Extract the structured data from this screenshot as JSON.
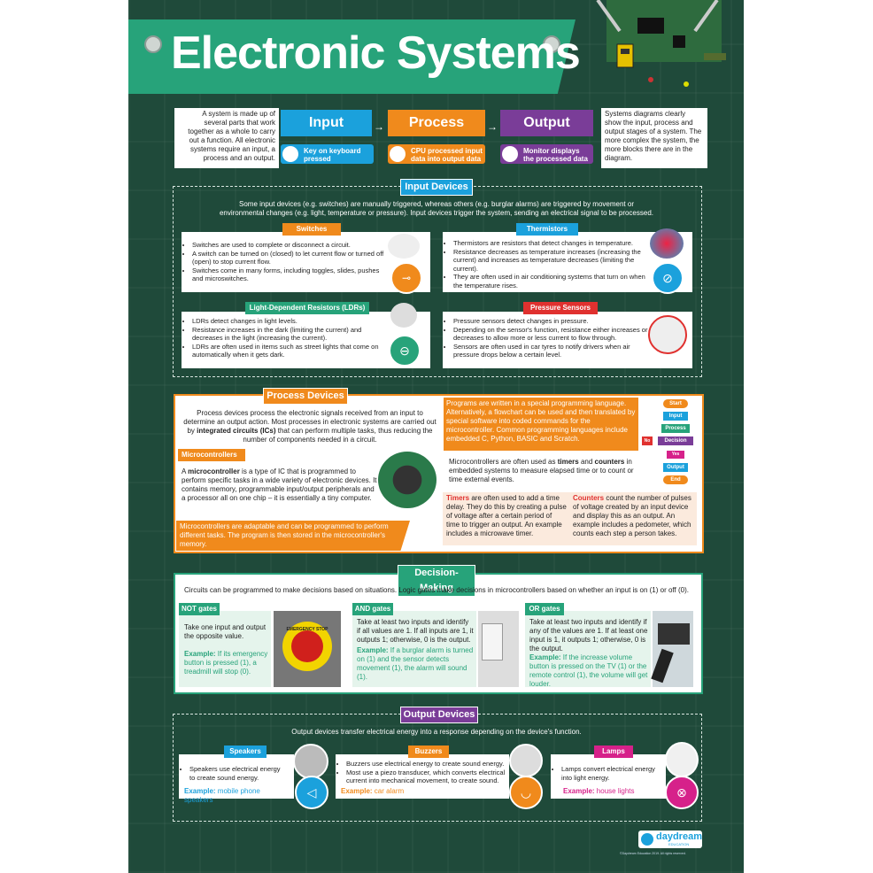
{
  "title": "Electronic Systems",
  "intro_left": "A system is made up of several parts that work together as a whole to carry out a function. All electronic systems require an input, a process and an output.",
  "intro_right": "Systems diagrams clearly show the input, process and output stages of a system. The more complex the system, the more blocks there are in the diagram.",
  "flow": [
    {
      "label": "Input",
      "sub": "Key on keyboard pressed",
      "color": "#1ba1dc"
    },
    {
      "label": "Process",
      "sub": "CPU processed input data into output data",
      "color": "#f08a1c"
    },
    {
      "label": "Output",
      "sub": "Monitor displays the processed data",
      "color": "#7a3d98"
    }
  ],
  "input_devices": {
    "label": "Input Devices",
    "intro": "Some input devices (e.g. switches) are manually triggered, whereas others (e.g. burglar alarms) are triggered by movement or environmental changes (e.g. light, temperature or pressure). Input devices trigger the system, sending an electrical signal to be processed.",
    "switches": {
      "tag": "Switches",
      "items": [
        "Switches are used to complete or disconnect a circuit.",
        "A switch can be turned on (closed) to let current flow or turned off (open) to stop current flow.",
        "Switches come in many forms, including toggles, slides, pushes and microswitches."
      ]
    },
    "thermistors": {
      "tag": "Thermistors",
      "items": [
        "Thermistors are resistors that detect changes in temperature.",
        "Resistance decreases as temperature increases (increasing the current) and increases as temperature decreases (limiting the current).",
        "They are often used in air conditioning systems that turn on when the temperature rises."
      ]
    },
    "ldrs": {
      "tag": "Light-Dependent Resistors (LDRs)",
      "items": [
        "LDRs detect changes in light levels.",
        "Resistance increases in the dark (limiting the current) and decreases in the light (increasing the current).",
        "LDRs are often used in items such as street lights that come on automatically when it gets dark."
      ]
    },
    "pressure": {
      "tag": "Pressure Sensors",
      "items": [
        "Pressure sensors detect changes in pressure.",
        "Depending on the sensor's function, resistance either increases or decreases to allow more or less current to flow through.",
        "Sensors are often used in car tyres to notify drivers when air pressure drops below a certain level."
      ]
    }
  },
  "process_devices": {
    "label": "Process Devices",
    "intro_a": "Process devices process the electronic signals received from an input to determine an output action. Most processes in electronic systems are carried out by ",
    "intro_bold": "integrated circuits (ICs)",
    "intro_b": " that can perform multiple tasks, thus reducing the number of components needed in a circuit.",
    "programs": "Programs are written in a special programming language. Alternatively, a flowchart can be used and then translated by special software into coded commands for the microcontroller. Common programming languages include embedded C, Python, BASIC and Scratch.",
    "flowchart": [
      "Start",
      "Input",
      "Process",
      "Decision",
      "Yes",
      "Output",
      "End",
      "No"
    ],
    "micro_tag": "Microcontrollers",
    "micro_a": "A ",
    "micro_bold": "microcontroller",
    "micro_b": " is a type of IC that is programmed to perform specific tasks in a wide variety of electronic devices. It contains memory, programmable input/output peripherals and a processor all on one chip – it is essentially a tiny computer.",
    "micro_orange": "Microcontrollers are adaptable and can be programmed to perform different tasks. The program is then stored in the microcontroller's memory.",
    "timers_intro_a": "Microcontrollers are often used as ",
    "timers_bold1": "timers",
    "timers_intro_and": " and ",
    "timers_bold2": "counters",
    "timers_intro_b": " in embedded systems to measure elapsed time or to count or time external events.",
    "timers_word": "Timers",
    "timers_text": " are often used to add a time delay. They do this by creating a pulse of voltage after a certain period of time to trigger an output. An example includes a microwave timer.",
    "counters_word": "Counters",
    "counters_text": " count the number of pulses of voltage created by an input device and display this as an output. An example includes a pedometer, which counts each step a person takes."
  },
  "decision": {
    "label": "Decision-Making",
    "intro": "Circuits can be programmed to make decisions based on situations. Logic gates make decisions in microcontrollers based on whether an input is on (1) or off (0).",
    "gates": [
      {
        "tag": "NOT gates",
        "text": "Take one input and output the opposite value.",
        "ex_label": "Example:",
        "ex": " If its emergency button is pressed (1), a treadmill will stop (0).",
        "img": "EMERGENCY STOP"
      },
      {
        "tag": "AND gates",
        "text": "Take at least two inputs and identify if all values are 1. If all inputs are 1, it outputs 1; otherwise, 0 is the output.",
        "ex_label": "Example:",
        "ex": " If a burglar alarm is turned on (1) and the sensor detects movement (1), the alarm will sound (1).",
        "img": ""
      },
      {
        "tag": "OR gates",
        "text": "Take at least two inputs and identify if any of the values are 1. If at least one input is 1, it outputs 1; otherwise, 0 is the output.",
        "ex_label": "Example:",
        "ex": " If the increase volume button is pressed on the TV (1) or the remote control (1), the volume will get louder.",
        "img": ""
      }
    ]
  },
  "output_devices": {
    "label": "Output Devices",
    "intro": "Output devices transfer electrical energy into a response depending on the device's function.",
    "speakers": {
      "tag": "Speakers",
      "items": [
        "Speakers use electrical energy to create sound energy."
      ],
      "ex_label": "Example:",
      "ex": " mobile phone speakers"
    },
    "buzzers": {
      "tag": "Buzzers",
      "items": [
        "Buzzers use electrical energy to create sound energy.",
        "Most use a piezo transducer, which converts electrical current into mechanical movement, to create sound."
      ],
      "ex_label": "Example:",
      "ex": " car alarm"
    },
    "lamps": {
      "tag": "Lamps",
      "items": [
        "Lamps convert electrical energy into light energy."
      ],
      "ex_label": "Example:",
      "ex": " house lights"
    }
  },
  "brand": "daydream",
  "brand_sub": "EDUCATION",
  "copyright": "©Daydream Education 2019. All rights reserved.",
  "colors": {
    "bg": "#1f4a3a",
    "green": "#27a37a",
    "blue": "#1ba1dc",
    "orange": "#f08a1c",
    "purple": "#7a3d98",
    "red": "#e0312f",
    "magenta": "#d6218a"
  }
}
